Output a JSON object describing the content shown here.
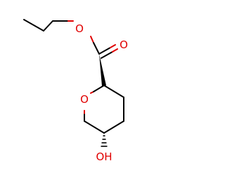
{
  "molecule": {
    "atoms": {
      "ester_oxygen": "O",
      "carbonyl_oxygen": "O",
      "ring_oxygen": "O",
      "hydroxyl": "OH"
    },
    "colors": {
      "bond": "#000000",
      "heteroatom": "#e00000",
      "background": "#ffffff"
    }
  }
}
